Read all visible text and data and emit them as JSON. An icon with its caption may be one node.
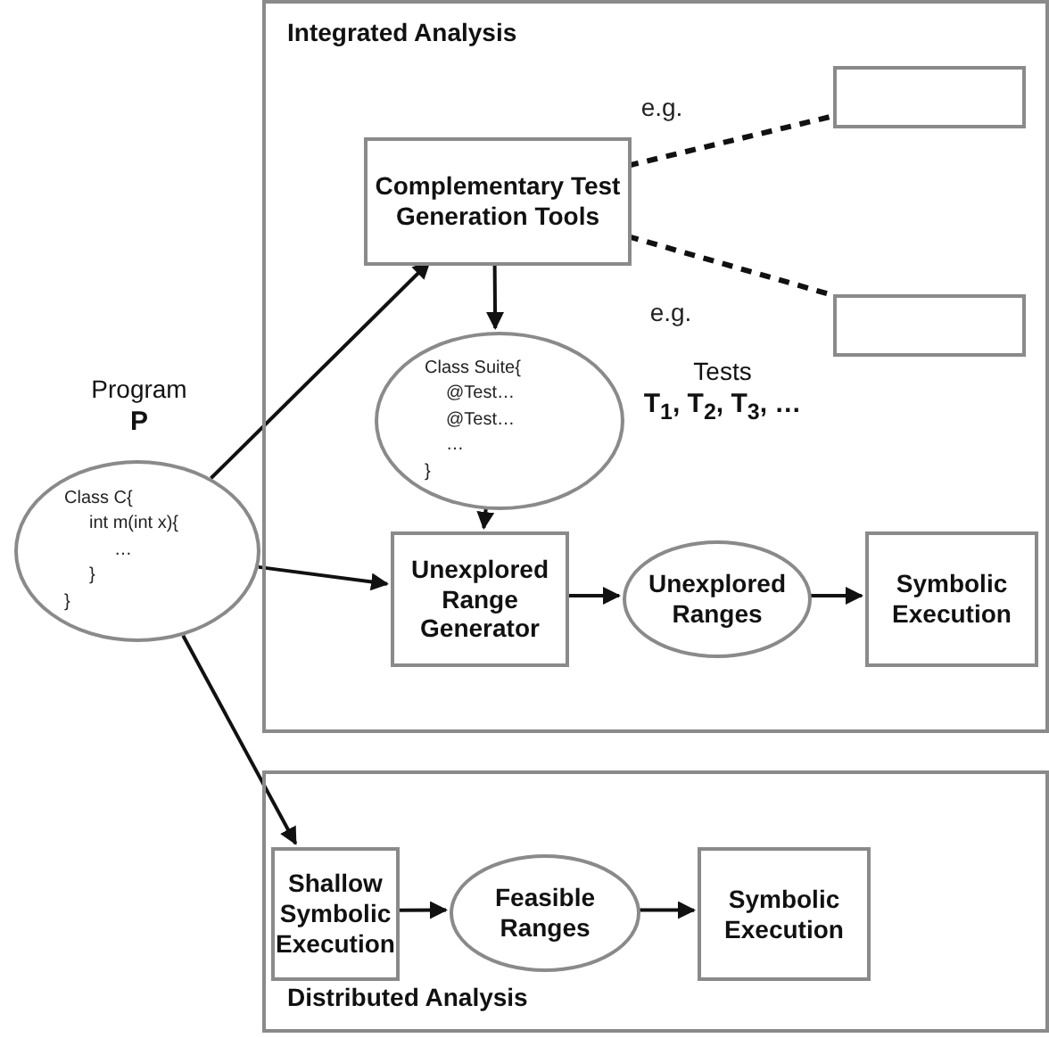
{
  "diagram": {
    "nodes": [
      {
        "text": [
          "Integrated Analysis"
        ]
      },
      {
        "text": [
          "Complementary Test Generation Tools"
        ],
        "in": 0
      },
      {
        "text": [],
        "shape": "box",
        "in": 0
      },
      {
        "text": [],
        "shape": "box",
        "in": 0
      },
      {
        "text": [
          "Class Suite{",
          "@Test…",
          "@Test…",
          "…",
          "}"
        ],
        "in": 0,
        "beside": [
          "Tests",
          "T$_{1}$, T$_{2}$, T$_{3}$, …"
        ]
      },
      {
        "text": [
          "Unexplored Range Generator"
        ],
        "in": 0
      },
      {
        "text": [
          "Unexplored Ranges"
        ],
        "in": 0
      },
      {
        "text": [
          "Symbolic Execution"
        ],
        "in": 0
      },
      {
        "text": [
          "Class C{",
          "int m(int x){",
          "…",
          "}",
          "}"
        ],
        "beside": [
          "Program",
          "P"
        ]
      },
      {
        "text": [
          "Distributed Analysis"
        ]
      },
      {
        "text": [
          "Shallow Symbolic Execution"
        ],
        "in": 9
      },
      {
        "text": [
          "Feasible Ranges"
        ],
        "in": 9
      },
      {
        "text": [
          "Symbolic Execution"
        ],
        "in": 9
      }
    ],
    "edges": [
      {
        "from": 8,
        "to": 1,
        "arrow": "to"
      },
      {
        "from": 1,
        "to": 2,
        "arrow": "none",
        "style": "dashed",
        "label": "e.g."
      },
      {
        "from": 1,
        "to": 3,
        "arrow": "none",
        "style": "dashed",
        "label": "e.g."
      },
      {
        "from": 1,
        "to": 4,
        "arrow": "to"
      },
      {
        "from": 4,
        "to": 5,
        "arrow": "to"
      },
      {
        "from": 8,
        "to": 5,
        "arrow": "to"
      },
      {
        "from": 5,
        "to": 6,
        "arrow": "to"
      },
      {
        "from": 6,
        "to": 7,
        "arrow": "to"
      },
      {
        "from": 8,
        "to": 10,
        "arrow": "to"
      },
      {
        "from": 10,
        "to": 11,
        "arrow": "to"
      },
      {
        "from": 11,
        "to": 12,
        "arrow": "to"
      }
    ]
  }
}
